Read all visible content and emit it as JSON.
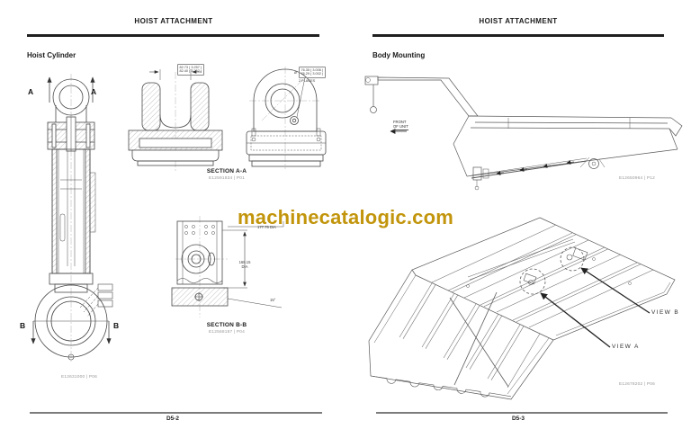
{
  "watermark": {
    "text": "machinecatalogic.com",
    "color": "#C2950C"
  },
  "pages": {
    "left": {
      "header": "HOIST ATTACHMENT",
      "title": "Hoist Cylinder",
      "page_number": "D5-2",
      "cylinder_figure": {
        "label_a_left": "A",
        "label_a_right": "A",
        "label_b_left": "B",
        "label_b_right": "B",
        "caption": "E12631000 | P06"
      },
      "section_aa": {
        "dim_top_line1": "82.73 ( 3.257 )",
        "dim_top_line2": "82.40 ( 3.252 )",
        "title": "SECTION A-A",
        "caption": "E12591834 | P01"
      },
      "end_view": {
        "dia_symbol": "ø",
        "dim_line1": "76.35 ( 3.006 )",
        "dim_line2": "76.29 ( 3.002 )",
        "dim_line3": "2 PLACES"
      },
      "section_bb": {
        "dim_outer": "177.75 DIA",
        "dim_inner_value": "168.15",
        "dim_inner_unit": "DIA",
        "dim_angle": "15°",
        "title": "SECTION B-B",
        "caption": "E12568187 | P04"
      }
    },
    "right": {
      "header": "HOIST ATTACHMENT",
      "title": "Body Mounting",
      "page_number": "D5-3",
      "side_view": {
        "front_line1": "FRONT",
        "front_line2": "OF  UNIT",
        "caption": "E12650964 | P12"
      },
      "underside_view": {
        "view_a": "VIEW A",
        "view_b": "VIEW B",
        "caption": "E12678202 | P06"
      }
    }
  }
}
